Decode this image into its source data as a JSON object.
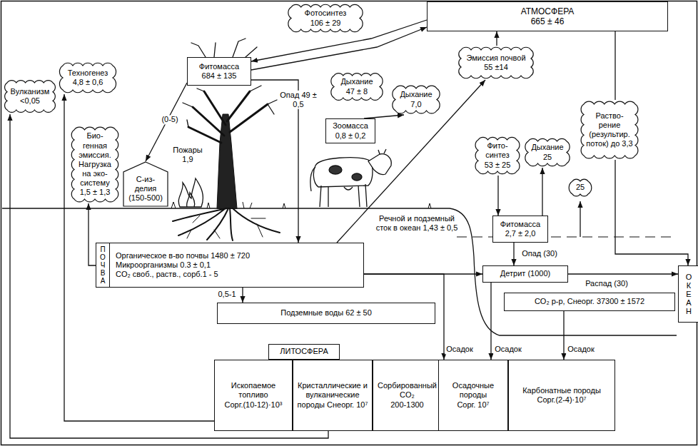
{
  "diagram": {
    "nodes": [
      {
        "text": [
          "Фотосинтез",
          "106 ± 29"
        ]
      },
      {
        "text": [
          "АТМОСФЕРА",
          "665 ± 46"
        ]
      },
      {
        "text": [
          "Вулканизм",
          "<0,05"
        ]
      },
      {
        "text": [
          "Техногенез",
          "4,8 ± 0,6"
        ]
      },
      {
        "text": [
          "Фитомасса",
          "684 ± 135"
        ]
      },
      {
        "text": [
          "Дыхание",
          "47 ± 8"
        ]
      },
      {
        "text": [
          "Эмиссия почвой 55 ±14"
        ]
      },
      {
        "text": [
          "Дыхание",
          "7,0"
        ]
      },
      {
        "text": [
          "Зоомасса",
          "0,8 ± 0,2"
        ]
      },
      {
        "text": [
          "Био- генная эмиссия. Нагрузка на эко- систему",
          "1,5 ± 1,3"
        ]
      },
      {
        "text": [
          "С-из- делия",
          "(150-500)"
        ]
      },
      {
        "text": [
          "Фито- синтез",
          "53 ± 25"
        ]
      },
      {
        "text": [
          "Дыхание",
          "25"
        ]
      },
      {
        "text": [
          "Раство- рение (результир. поток) до 3,3"
        ]
      },
      {
        "text": [
          "25"
        ]
      },
      {
        "text": [
          "ПОЧВА",
          "Органическое в-во почвы 1480 ± 720",
          "Микроорганизмы 0.3 ± 0,1",
          "CO₂ своб., раств., сорб.1 - 5"
        ]
      },
      {
        "text": [
          "Фитомасса",
          "2,7 ± 2,0"
        ]
      },
      {
        "text": [
          "Детрит (1000)"
        ]
      },
      {
        "text": [
          "ОКЕАН"
        ]
      },
      {
        "text": [
          "CO₂ р-р, Снеорг. 37300 ± 1572"
        ]
      },
      {
        "text": [
          "Подземные воды 62 ± 50"
        ]
      },
      {
        "text": [
          "ЛИТОСФЕРА"
        ]
      },
      {
        "text": [
          "Ископаемое топливо",
          "Сорг.(10-12)·10³"
        ]
      },
      {
        "text": [
          "Кристаллические и вулканические породы Снеорг. 10⁷"
        ]
      },
      {
        "text": [
          "Сорбированный CO₂",
          "200-1300"
        ]
      },
      {
        "text": [
          "Осадочные породы",
          "Сорг. 10⁷"
        ]
      },
      {
        "text": [
          "Карбонатные породы",
          "Сорг.(2-4)·10⁷"
        ]
      }
    ],
    "edges": [
      {
        "from": 1,
        "to": 4,
        "arrow": "to"
      },
      {
        "from": 4,
        "to": 1,
        "arrow": "to"
      },
      {
        "from": 6,
        "to": 1,
        "arrow": "to"
      },
      {
        "from": 15,
        "to": 6,
        "arrow": "to"
      },
      {
        "from": 8,
        "to": 7,
        "arrow": "to"
      },
      {
        "from": 4,
        "to": 15,
        "label": "Опад 49 ± 0,5",
        "arrow": "to"
      },
      {
        "from": 4,
        "to": 10,
        "label": "(0-5)",
        "arrow": "to"
      },
      {
        "from": 15,
        "to": 9,
        "arrow": "to"
      },
      {
        "from": 15,
        "to": 20,
        "label": "0,5-1",
        "arrow": "to"
      },
      {
        "from": 15,
        "to": 17,
        "arrow": "to"
      },
      {
        "from": 15,
        "to": 25,
        "label": "Осадок",
        "arrow": "to"
      },
      {
        "from": 11,
        "to": 16,
        "arrow": "to"
      },
      {
        "from": 16,
        "to": 12,
        "arrow": "to"
      },
      {
        "from": 16,
        "to": 17,
        "label": "Опад (30)",
        "arrow": "to"
      },
      {
        "from": 17,
        "to": 18,
        "label": "Распад (30)",
        "arrow": "to"
      },
      {
        "from": 17,
        "to": 25,
        "label": "Осадок",
        "arrow": "to"
      },
      {
        "from": 19,
        "to": 26,
        "label": "Осадок",
        "arrow": "to"
      },
      {
        "from": 1,
        "to": 13,
        "arrow": "none"
      },
      {
        "from": 13,
        "to": 18,
        "arrow": "to"
      },
      {
        "from": 22,
        "to": 3,
        "arrow": "to"
      },
      {
        "from": 23,
        "to": 2,
        "arrow": "to"
      }
    ],
    "labels": [
      "Пожары 1,9",
      "Речной и подземный сток в океан 1,43 ± 0,5"
    ]
  }
}
